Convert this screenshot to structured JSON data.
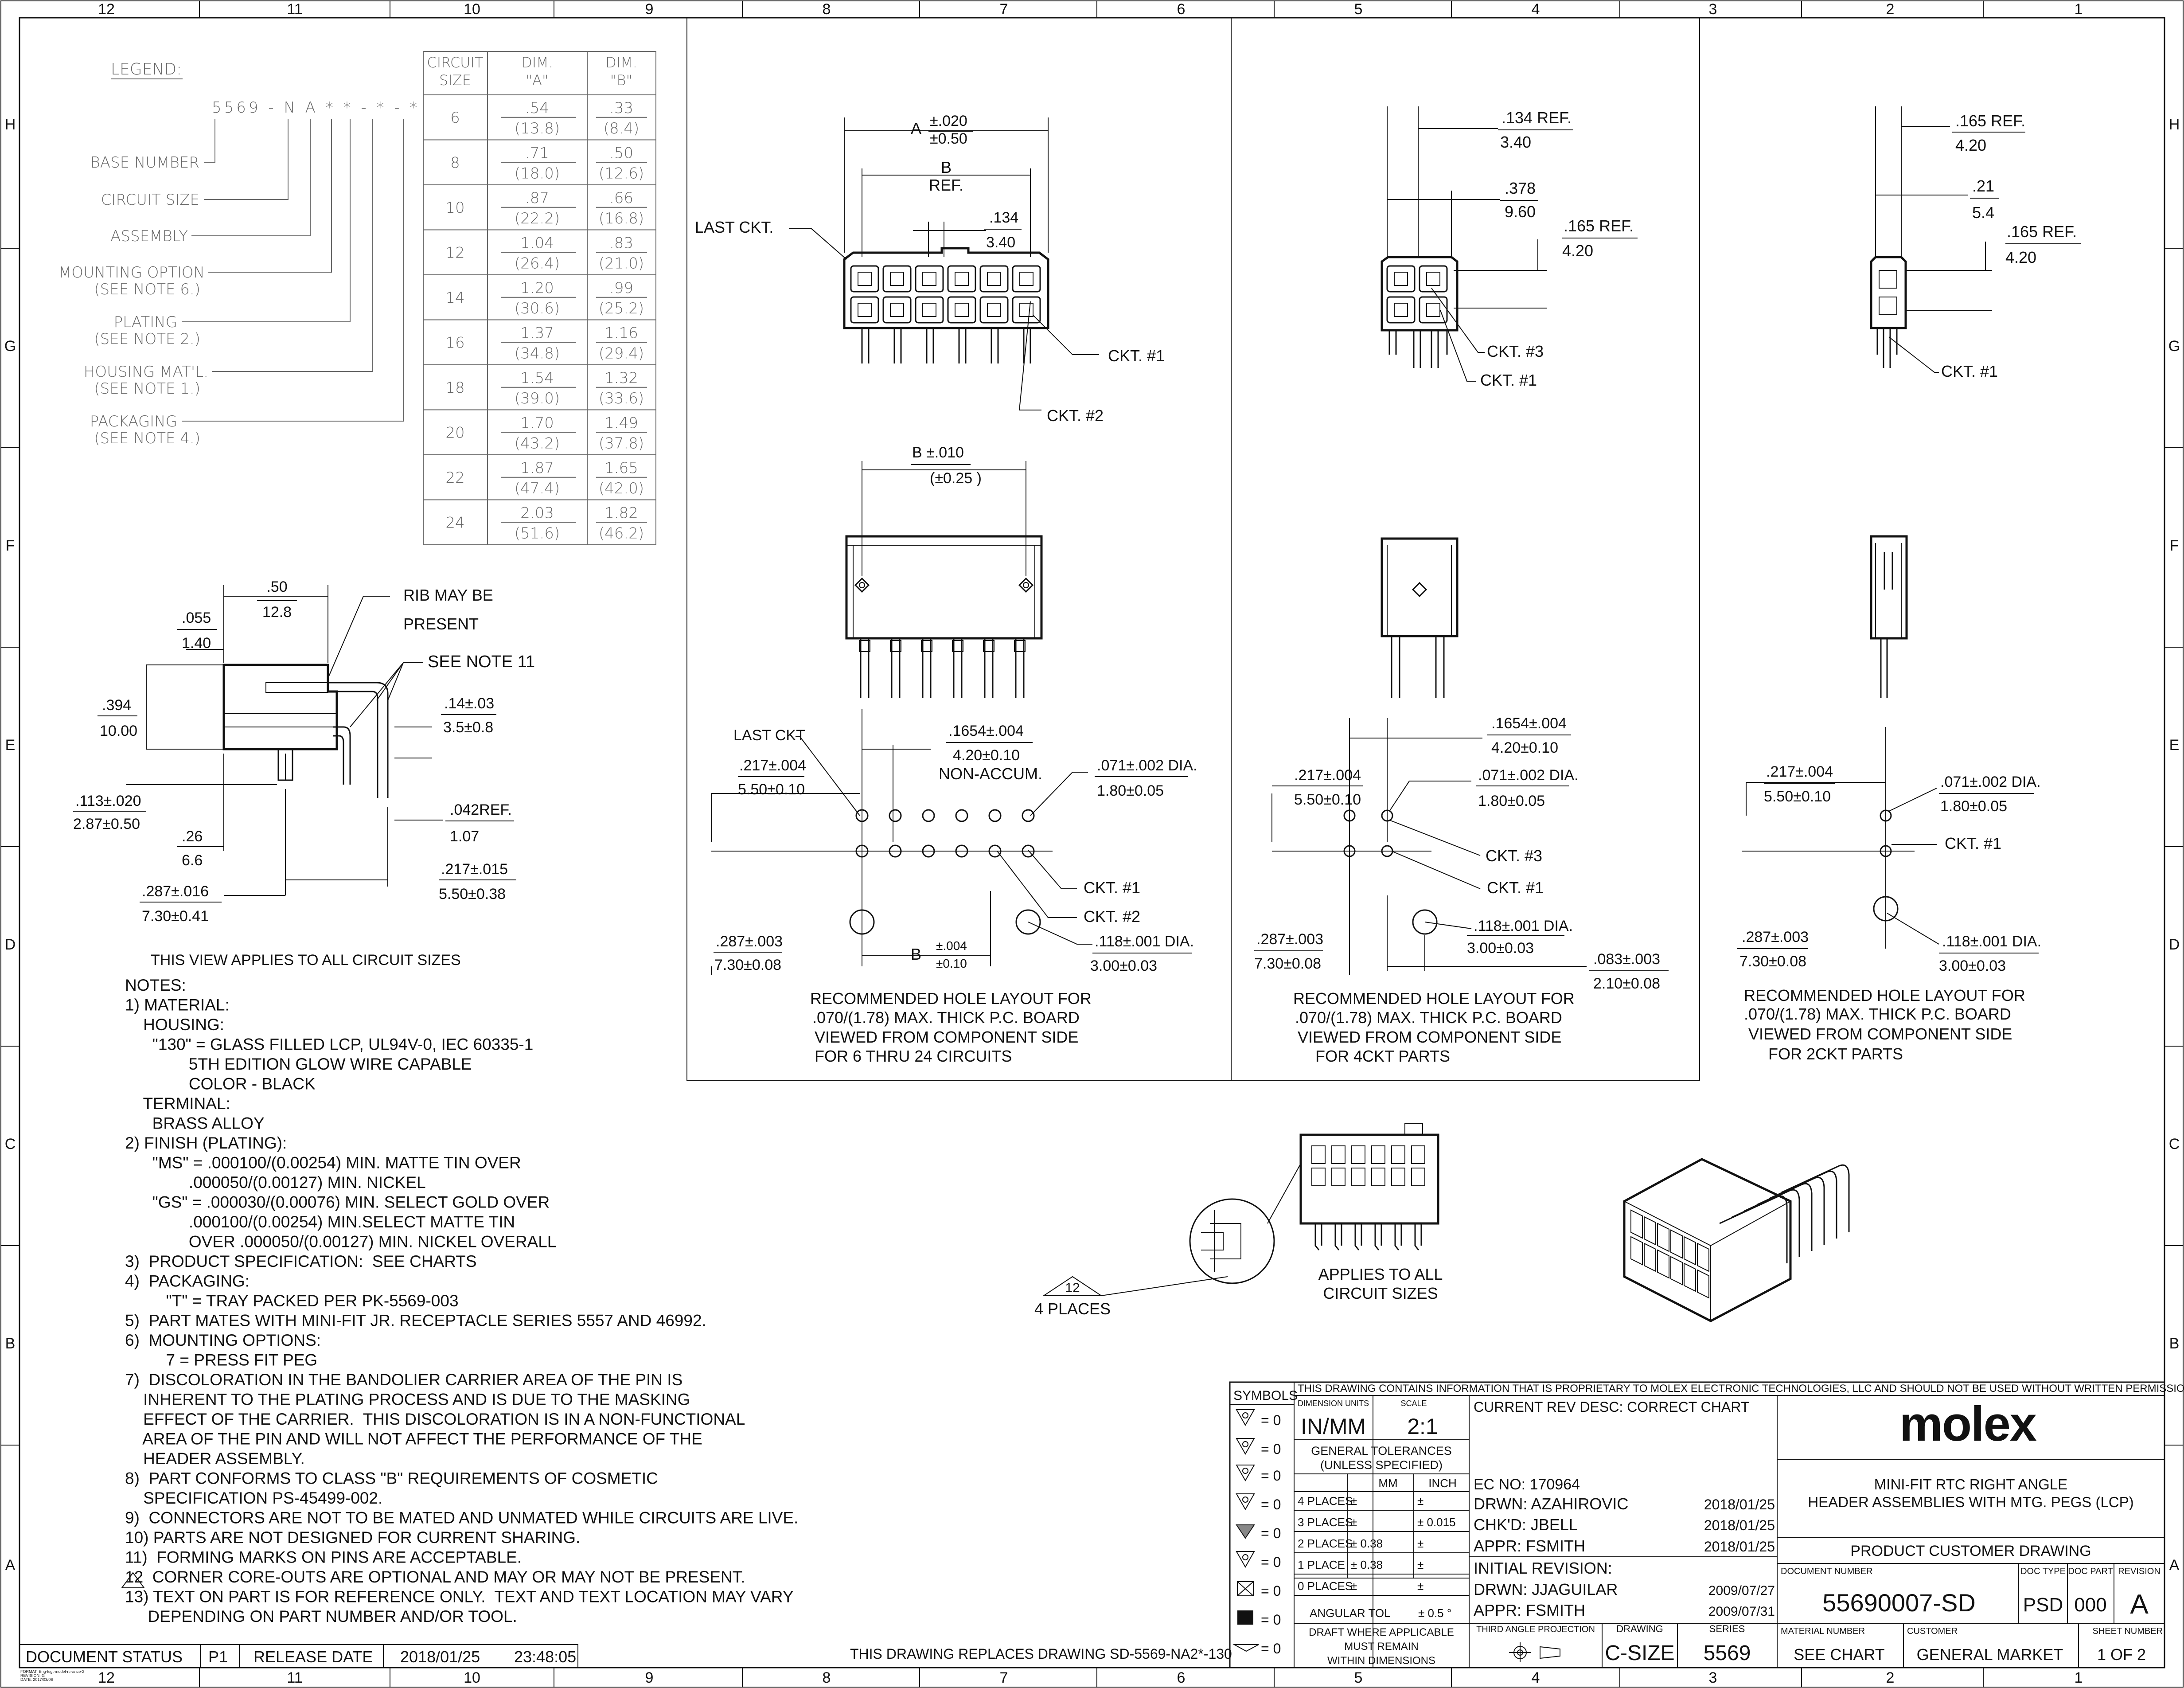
{
  "border": {
    "cols": [
      "12",
      "11",
      "10",
      "9",
      "8",
      "7",
      "6",
      "5",
      "4",
      "3",
      "2",
      "1"
    ],
    "rows": [
      "H",
      "G",
      "F",
      "E",
      "D",
      "C",
      "B",
      "A"
    ]
  },
  "legend": {
    "title": "LEGEND:",
    "code": "5569 - N A * * - * - *",
    "items": [
      "BASE NUMBER",
      "CIRCUIT SIZE",
      "ASSEMBLY",
      "MOUNTING OPTION",
      "(SEE NOTE 6.)",
      "PLATING",
      "(SEE NOTE 2.)",
      "HOUSING MAT'L.",
      "(SEE NOTE 1.)",
      "PACKAGING",
      "(SEE NOTE 4.)"
    ]
  },
  "circuit_table": {
    "headers": [
      "CIRCUIT",
      "SIZE",
      "DIM.",
      "\"A\"",
      "DIM.",
      "\"B\""
    ],
    "rows": [
      {
        "size": "6",
        "a_in": ".54",
        "a_mm": "(13.8)",
        "b_in": ".33",
        "b_mm": "(8.4)"
      },
      {
        "size": "8",
        "a_in": ".71",
        "a_mm": "(18.0)",
        "b_in": ".50",
        "b_mm": "(12.6)"
      },
      {
        "size": "10",
        "a_in": ".87",
        "a_mm": "(22.2)",
        "b_in": ".66",
        "b_mm": "(16.8)"
      },
      {
        "size": "12",
        "a_in": "1.04",
        "a_mm": "(26.4)",
        "b_in": ".83",
        "b_mm": "(21.0)"
      },
      {
        "size": "14",
        "a_in": "1.20",
        "a_mm": "(30.6)",
        "b_in": ".99",
        "b_mm": "(25.2)"
      },
      {
        "size": "16",
        "a_in": "1.37",
        "a_mm": "(34.8)",
        "b_in": "1.16",
        "b_mm": "(29.4)"
      },
      {
        "size": "18",
        "a_in": "1.54",
        "a_mm": "(39.0)",
        "b_in": "1.32",
        "b_mm": "(33.6)"
      },
      {
        "size": "20",
        "a_in": "1.70",
        "a_mm": "(43.2)",
        "b_in": "1.49",
        "b_mm": "(37.8)"
      },
      {
        "size": "22",
        "a_in": "1.87",
        "a_mm": "(47.4)",
        "b_in": "1.65",
        "b_mm": "(42.0)"
      },
      {
        "size": "24",
        "a_in": "2.03",
        "a_mm": "(51.6)",
        "b_in": "1.82",
        "b_mm": "(46.2)"
      }
    ]
  },
  "side_view": {
    "d1a": ".50",
    "d1b": "12.8",
    "d2a": ".055",
    "d2b": "1.40",
    "d3a": ".394",
    "d3b": "10.00",
    "d4a": ".113±.020",
    "d4b": "2.87±0.50",
    "d5a": ".26",
    "d5b": "6.6",
    "d6a": ".287±.016",
    "d6b": "7.30±0.41",
    "d7a": ".14±.03",
    "d7b": "3.5±0.8",
    "d8a": ".042REF.",
    "d8b": "1.07",
    "d9a": ".217±.015",
    "d9b": "5.50±0.38",
    "rib1": "RIB MAY BE",
    "rib2": "PRESENT",
    "note11": "SEE NOTE 11",
    "applies": "THIS VIEW APPLIES TO ALL CIRCUIT SIZES"
  },
  "view6": {
    "a1": "A",
    "a2": "±.020",
    "a3": "±0.50",
    "b1": "B",
    "b2": "REF.",
    "d134": ".134",
    "d340": "3.40",
    "last": "LAST CKT.",
    "ckt1": "CKT. #1",
    "ckt2": "CKT. #2",
    "bt1": "B ±.010",
    "bt2": "(±0.25  )"
  },
  "holes6": {
    "last": "LAST CKT",
    "p1": ".1654±.004",
    "p2": "4.20±0.10",
    "p3": "NON-ACCUM.",
    "e1": ".217±.004",
    "e2": "5.50±0.10",
    "h1": ".071±.002 DIA.",
    "h2": "1.80±0.05",
    "ckt1": "CKT. #1",
    "ckt2": "CKT. #2",
    "m1": ".118±.001 DIA.",
    "m2": "3.00±0.03",
    "r1": ".287±.003",
    "r2": "7.30±0.08",
    "b1": "B",
    "b2": "±.004",
    "b3": "±0.10",
    "cap": [
      "RECOMMENDED HOLE LAYOUT FOR",
      ".070/(1.78) MAX. THICK P.C. BOARD",
      "VIEWED FROM COMPONENT SIDE",
      "FOR 6 THRU 24 CIRCUITS"
    ]
  },
  "view4": {
    "r1": ".134 REF.",
    "r2": "3.40",
    "s1": ".378",
    "s2": "9.60",
    "t1": ".165 REF.",
    "t2": "4.20",
    "ckt3": "CKT. #3",
    "ckt1": "CKT. #1"
  },
  "holes4": {
    "p1": ".1654±.004",
    "p2": "4.20±0.10",
    "e1": ".217±.004",
    "e2": "5.50±0.10",
    "h1": ".071±.002 DIA.",
    "h2": "1.80±0.05",
    "ckt3": "CKT. #3",
    "ckt1": "CKT. #1",
    "m1": ".118±.001 DIA.",
    "m2": "3.00±0.03",
    "r1": ".287±.003",
    "r2": "7.30±0.08",
    "o1": ".083±.003",
    "o2": "2.10±0.08",
    "cap": [
      "RECOMMENDED HOLE LAYOUT FOR",
      ".070/(1.78) MAX. THICK P.C. BOARD",
      "VIEWED FROM COMPONENT SIDE",
      "FOR 4CKT PARTS"
    ]
  },
  "view2": {
    "r1": ".165 REF.",
    "r2": "4.20",
    "s1": ".21",
    "s2": "5.4",
    "t1": ".165 REF.",
    "t2": "4.20",
    "ckt1": "CKT. #1"
  },
  "holes2": {
    "e1": ".217±.004",
    "e2": "5.50±0.10",
    "h1": ".071±.002 DIA.",
    "h2": "1.80±0.05",
    "ckt1": "CKT. #1",
    "r1": ".287±.003",
    "r2": "7.30±0.08",
    "m1": ".118±.001 DIA.",
    "m2": "3.00±0.03",
    "cap": [
      "RECOMMENDED HOLE LAYOUT FOR",
      ".070/(1.78) MAX. THICK P.C. BOARD",
      "VIEWED FROM COMPONENT SIDE",
      "FOR 2CKT PARTS"
    ]
  },
  "iso": {
    "tag": "12",
    "places": "4 PLACES",
    "applies1": "APPLIES TO ALL",
    "applies2": "CIRCUIT SIZES"
  },
  "notes": [
    "NOTES:",
    "1) MATERIAL:",
    "    HOUSING:",
    "      \"130\" = GLASS FILLED LCP, UL94V-0, IEC 60335-1",
    "              5TH EDITION GLOW WIRE CAPABLE",
    "              COLOR - BLACK",
    "    TERMINAL:",
    "      BRASS ALLOY",
    "2) FINISH (PLATING):",
    "      \"MS\" = .000100/(0.00254) MIN. MATTE TIN OVER",
    "              .000050/(0.00127) MIN. NICKEL",
    "      \"GS\" = .000030/(0.00076) MIN. SELECT GOLD OVER",
    "              .000100/(0.00254) MIN.SELECT MATTE TIN",
    "              OVER .000050/(0.00127) MIN. NICKEL OVERALL",
    "3)  PRODUCT SPECIFICATION:  SEE CHARTS",
    "4)  PACKAGING:",
    "         \"T\" = TRAY PACKED PER PK-5569-003",
    "5)  PART MATES WITH MINI-FIT JR. RECEPTACLE SERIES 5557 AND 46992.",
    "6)  MOUNTING OPTIONS:",
    "         7 = PRESS FIT PEG",
    "7)  DISCOLORATION IN THE BANDOLIER CARRIER AREA OF THE PIN IS",
    "    INHERENT TO THE PLATING PROCESS AND IS DUE TO THE MASKING",
    "    EFFECT OF THE CARRIER.  THIS DISCOLORATION IS IN A NON-FUNCTIONAL",
    "    AREA OF THE PIN AND WILL NOT AFFECT THE PERFORMANCE OF THE",
    "    HEADER ASSEMBLY.",
    "8)  PART CONFORMS TO CLASS \"B\" REQUIREMENTS OF COSMETIC",
    "    SPECIFICATION PS-45499-002.",
    "9)  CONNECTORS ARE NOT TO BE MATED AND UNMATED WHILE CIRCUITS ARE LIVE.",
    "10) PARTS ARE NOT DESIGNED FOR CURRENT SHARING.",
    "11)  FORMING MARKS ON PINS ARE ACCEPTABLE.",
    "12  CORNER CORE-OUTS ARE OPTIONAL AND MAY OR MAY NOT BE PRESENT.",
    "13) TEXT ON PART IS FOR REFERENCE ONLY.  TEXT AND TEXT LOCATION MAY VARY",
    "     DEPENDING ON PART NUMBER AND/OR TOOL."
  ],
  "replaces": "THIS DRAWING REPLACES DRAWING SD-5569-NA2*-130",
  "status_bar": {
    "label": "DOCUMENT STATUS",
    "status": "P1",
    "rel_label": "RELEASE DATE",
    "date": "2018/01/25",
    "time": "23:48:05"
  },
  "format_text": [
    "FORMAT: Eng-tsgt-model-rtr-ance-2",
    "REVISION: G",
    "DATE: 2017/03/06"
  ],
  "title_block": {
    "proprietary": "THIS DRAWING CONTAINS INFORMATION THAT IS PROPRIETARY TO MOLEX ELECTRONIC TECHNOLOGIES, LLC AND SHOULD NOT BE USED WITHOUT WRITTEN PERMISSION",
    "symbols": "SYMBOLS",
    "sym_vals": [
      "= 0",
      "= 0",
      "= 0",
      "= 0",
      "= 0",
      "= 0",
      "= 0",
      "= 0",
      "= 0"
    ],
    "dim_units_label": "DIMENSION UNITS",
    "dim_units": "IN/MM",
    "scale_label": "SCALE",
    "scale": "2:1",
    "gen_tol1": "GENERAL TOLERANCES",
    "gen_tol2": "(UNLESS SPECIFIED)",
    "mm": "MM",
    "inch": "INCH",
    "tol_rows": [
      {
        "label": "4 PLACES",
        "mm": "±",
        "inch": "±"
      },
      {
        "label": "3 PLACES",
        "mm": "±",
        "inch": "± 0.015"
      },
      {
        "label": "2 PLACES",
        "mm": "± 0.38",
        "inch": "±"
      },
      {
        "label": "1 PLACE",
        "mm": "± 0.38",
        "inch": "±"
      },
      {
        "label": "0 PLACES",
        "mm": "±",
        "inch": "±"
      }
    ],
    "ang_label": "ANGULAR TOL",
    "ang_val": "± 0.5 °",
    "draft1": "DRAFT WHERE APPLICABLE",
    "draft2": "MUST REMAIN",
    "draft3": "WITHIN DIMENSIONS",
    "rev_desc": "CURRENT REV DESC: CORRECT CHART",
    "ec_no": "EC NO:  170964",
    "drwn": "DRWN:  AZAHIROVIC",
    "drwn_date": "2018/01/25",
    "chkd": "CHK'D:  JBELL",
    "chkd_date": "2018/01/25",
    "appr": "APPR:  FSMITH",
    "appr_date": "2018/01/25",
    "init_rev": "INITIAL REVISION:",
    "drwn2": "DRWN:  JJAGUILAR",
    "drwn2_date": "2009/07/27",
    "appr2": "APPR:  FSMITH",
    "appr2_date": "2009/07/31",
    "third_angle": "THIRD ANGLE PROJECTION",
    "drawing_label": "DRAWING",
    "drawing": "C-SIZE",
    "series_label": "SERIES",
    "series": "5569",
    "logo": "molex",
    "title1": "MINI-FIT RTC RIGHT ANGLE",
    "title2": "HEADER ASSEMBLIES WITH MTG. PEGS (LCP)",
    "doc_type_text": "PRODUCT CUSTOMER DRAWING",
    "doc_num_label": "DOCUMENT NUMBER",
    "doc_num": "55690007-SD",
    "doc_type_label": "DOC TYPE",
    "doc_type": "PSD",
    "doc_part_label": "DOC PART",
    "doc_part": "000",
    "revision_label": "REVISION",
    "revision": "A",
    "mat_label": "MATERIAL NUMBER",
    "mat": "SEE CHART",
    "cust_label": "CUSTOMER",
    "cust": "GENERAL MARKET",
    "sheet_label": "SHEET NUMBER",
    "sheet": "1 OF 2"
  }
}
